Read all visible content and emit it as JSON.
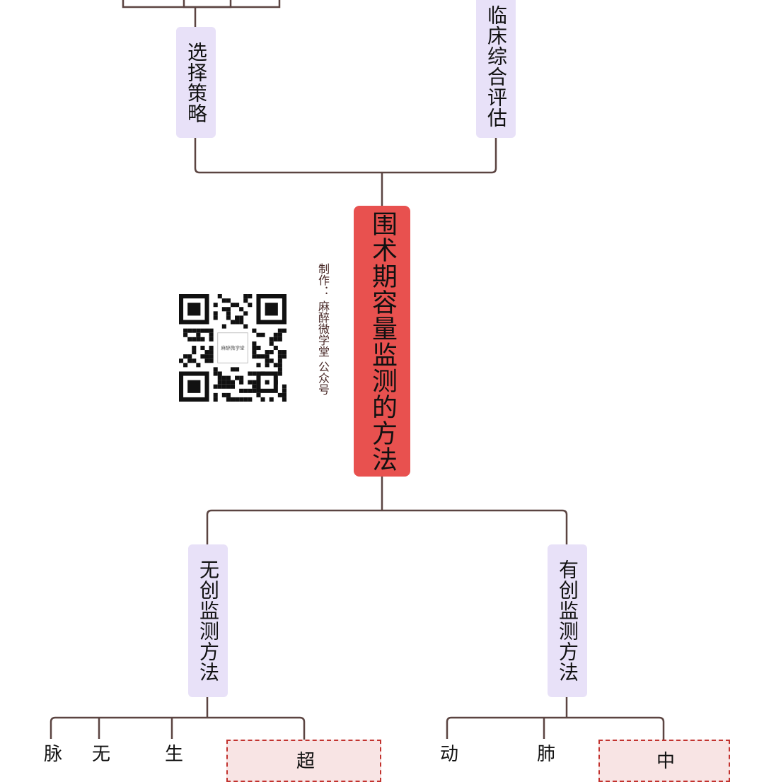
{
  "mindmap": {
    "root": {
      "label": "围术期容量监测的方法"
    },
    "top_branches": [
      {
        "label": "选择策略"
      },
      {
        "label": "临床综合评估"
      }
    ],
    "bottom_branches": [
      {
        "label": "无创监测方法",
        "children": [
          "脉",
          "无",
          "生",
          "超"
        ]
      },
      {
        "label": "有创监测方法",
        "children": [
          "动",
          "肺",
          "中"
        ]
      }
    ]
  },
  "credit": {
    "text": "制作： 麻醉微学堂 公众号"
  },
  "qr": {
    "center_label": "麻醉微学堂"
  },
  "colors": {
    "root_fill": "#e8514f",
    "branch_fill": "#e8e1f8",
    "connector": "#5b4441",
    "dashed_border": "#c2332f",
    "dashed_fill": "#f8e4e4"
  }
}
